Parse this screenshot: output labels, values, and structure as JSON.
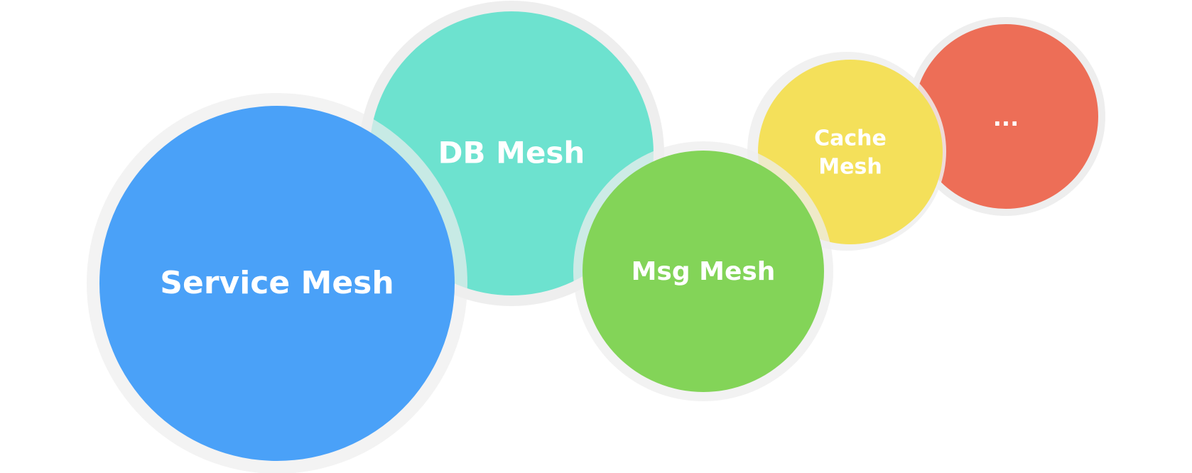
{
  "diagram": {
    "bubbles": [
      {
        "id": "service",
        "label_lines": [
          "Service Mesh"
        ],
        "color": "#4aa1f8"
      },
      {
        "id": "db",
        "label_lines": [
          "DB Mesh"
        ],
        "color": "#6de2cf"
      },
      {
        "id": "msg",
        "label_lines": [
          "Msg Mesh"
        ],
        "color": "#83d458"
      },
      {
        "id": "cache",
        "label_lines": [
          "Cache",
          "Mesh"
        ],
        "color": "#f4e05a"
      },
      {
        "id": "more",
        "label_lines": [
          "..."
        ],
        "color": "#ed6e57"
      }
    ],
    "ring_color": "#eeeeee"
  }
}
